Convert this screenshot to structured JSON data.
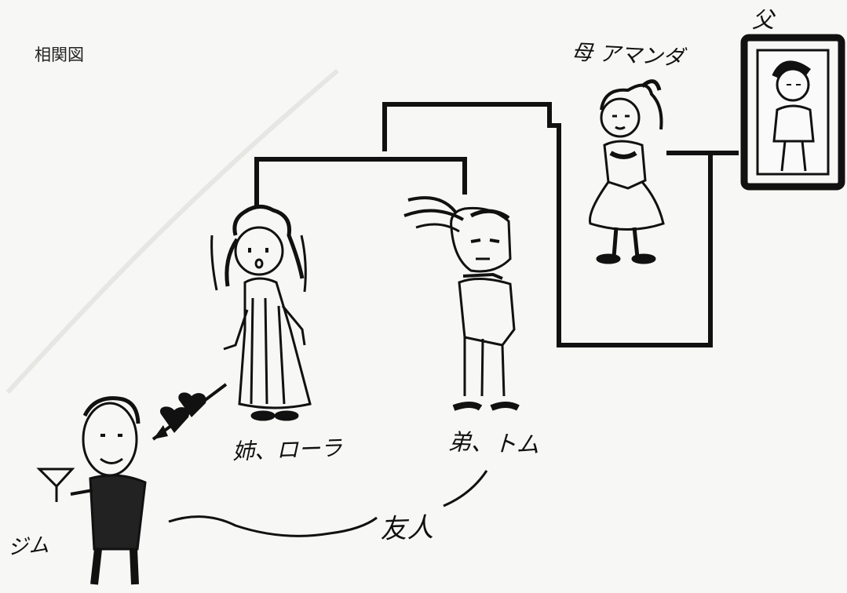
{
  "title": "相関図",
  "characters": {
    "mother": {
      "label": "母 アマンダ"
    },
    "father": {
      "label": "父"
    },
    "sister": {
      "label": "姉、ローラ"
    },
    "brother": {
      "label": "弟、トム"
    },
    "jim": {
      "label": "ジム"
    }
  },
  "relations": {
    "friend_label": "友人"
  },
  "colors": {
    "ink": "#111111",
    "paper": "#f7f7f5"
  }
}
